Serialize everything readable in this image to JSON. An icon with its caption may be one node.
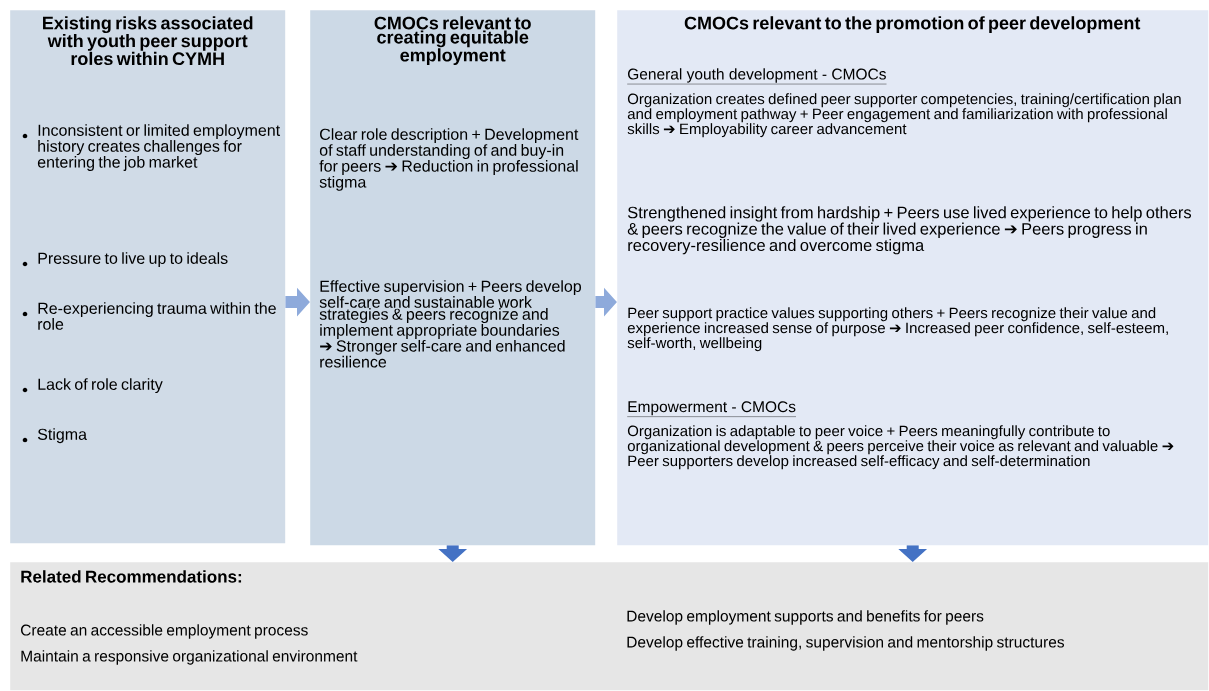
{
  "diagram": {
    "nodes": [
      {
        "text": [
          "Existing risks associated with youth peer support roles within CYMH",
          "Inconsistent or limited employment history creates challenges for entering the job market",
          "Pressure to live up to ideals",
          "Re-experiencing trauma within the role",
          "Lack of role clarity",
          "Stigma"
        ]
      },
      {
        "text": [
          "CMOCs relevant to creating equitable employment",
          "Clear role description + Development of staff understanding of and buy-in for peers ➔ Reduction in professional stigma",
          "Effective supervision + Peers develop self-care and sustainable work strategies & peers recognize and implement appropriate boundaries ➔ Stronger self-care and enhanced resilience"
        ]
      },
      {
        "text": [
          "CMOCs relevant to the promotion of peer development",
          "General youth development - CMOCs",
          "Organization creates defined peer supporter competencies, training/certification plan and employment pathway + Peer engagement and familiarization with professional skills ➔ Employability career advancement",
          "Strengthened insight from hardship + Peers use lived experience to help others & peers recognize the value of their lived experience ➔ Peers progress in recovery-resilience and overcome stigma",
          "Peer support practice values supporting others + Peers recognize their value and experience increased sense of purpose ➔ Increased peer confidence, self-esteem, self-worth, wellbeing",
          "Empowerment - CMOCs",
          "Organization is adaptable to peer voice + Peers meaningfully contribute to organizational development & peers perceive their voice as relevant and valuable ➔ Peer supporters develop increased self-efficacy and self-determination"
        ]
      },
      {
        "text": [
          "Related Recommendations:",
          "Create an accessible employment process",
          "Maintain a responsive organizational environment",
          "Develop employment supports and benefits for peers",
          "Develop effective training, supervision and mentorship structures"
        ]
      }
    ],
    "edges": [
      {
        "from": 0,
        "to": 1,
        "arrow": "to",
        "color": "#8eaadb"
      },
      {
        "from": 1,
        "to": 2,
        "arrow": "to",
        "color": "#8eaadb"
      },
      {
        "from": 1,
        "to": 3,
        "arrow": "to",
        "color": "#4472c4"
      },
      {
        "from": 2,
        "to": 3,
        "arrow": "to",
        "color": "#4472c4"
      }
    ]
  }
}
